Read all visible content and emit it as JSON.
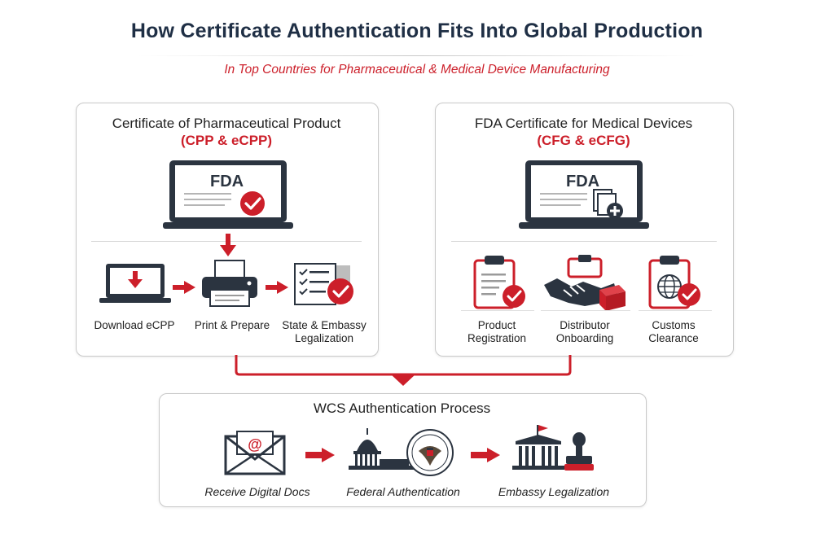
{
  "title": "How Certificate Authentication Fits Into Global Production",
  "subtitle": "In Top Countries for Pharmaceutical & Medical Device Manufacturing",
  "colors": {
    "accent": "#cc1f2a",
    "dark": "#2b3440",
    "border": "#c9c9c9"
  },
  "panels": {
    "cpp": {
      "title": "Certificate of Pharmaceutical Product",
      "subtitle": "(CPP & eCPP)",
      "screen_text": "FDA",
      "steps": [
        {
          "label": "Download eCPP",
          "icon": "laptop-download-icon"
        },
        {
          "label": "Print & Prepare",
          "icon": "printer-icon"
        },
        {
          "label_line1": "State & Embassy",
          "label_line2": "Legalization",
          "icon": "checklist-icon"
        }
      ]
    },
    "cfg": {
      "title": "FDA Certificate for Medical Devices",
      "subtitle": "(CFG & eCFG)",
      "screen_text": "FDA",
      "steps": [
        {
          "label_line1": "Product",
          "label_line2": "Registration",
          "icon": "clipboard-check-icon"
        },
        {
          "label_line1": "Distributor",
          "label_line2": "Onboarding",
          "icon": "handshake-icon"
        },
        {
          "label_line1": "Customs",
          "label_line2": "Clearance",
          "icon": "clipboard-globe-icon"
        }
      ]
    },
    "wcs": {
      "title": "WCS Authentication Process",
      "steps": [
        {
          "label": "Receive Digital Docs",
          "icon": "email-envelope-icon"
        },
        {
          "label": "Federal Authentication",
          "icon": "capitol-seal-icon"
        },
        {
          "label": "Embassy Legalization",
          "icon": "embassy-stamp-icon"
        }
      ]
    }
  }
}
